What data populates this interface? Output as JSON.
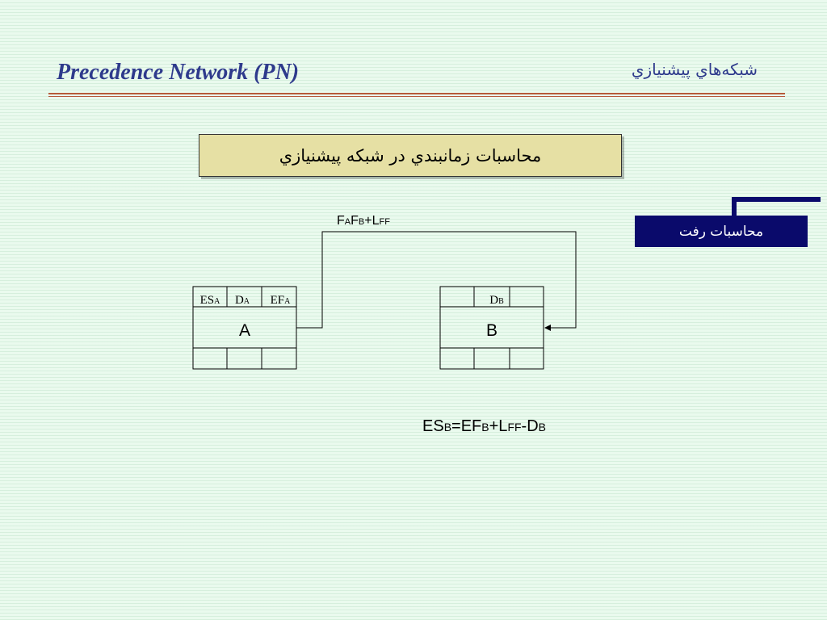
{
  "header": {
    "title": "Precedence Network (PN)",
    "subtitle": "شبکه‌هاي پيشنيازي"
  },
  "heading": "محاسبات زمانبندي در شبکه پيشنيازي",
  "side_label": "محاسبات رفت",
  "link_label": {
    "p1": "F",
    "s1": "A",
    "p2": "F",
    "s2": "B",
    "p3": "+L",
    "s3": "FF"
  },
  "node_a": {
    "name": "A",
    "es": {
      "main": "ES",
      "sub": "A"
    },
    "d": {
      "main": "D",
      "sub": "A"
    },
    "ef": {
      "main": "EF",
      "sub": "A"
    }
  },
  "node_b": {
    "name": "B",
    "d": {
      "main": "D",
      "sub": "B"
    }
  },
  "formula": {
    "p1": "ES",
    "s1": "B",
    "p2": "=EF",
    "s2": "B",
    "p3": "+L",
    "s3": "FF",
    "p4": "-D",
    "s4": "B"
  },
  "colors": {
    "title": "#2e3a8c",
    "rule": "#b65a3a",
    "heading_bg": "#e6e0a4",
    "side_bg": "#0a0a6b"
  }
}
